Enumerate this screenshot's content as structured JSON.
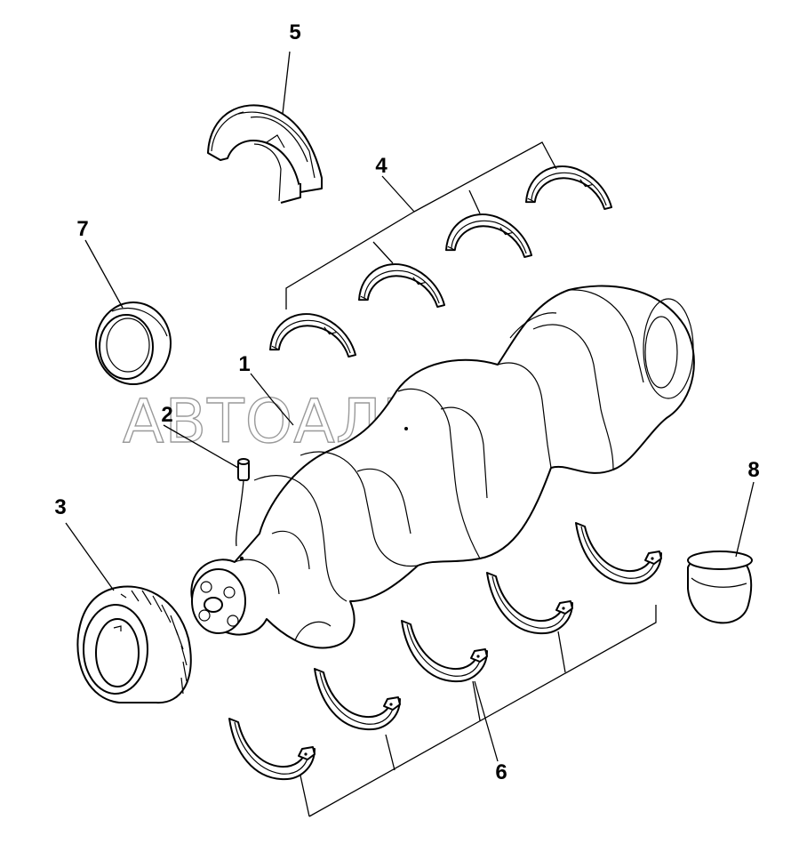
{
  "diagram": {
    "callouts": [
      {
        "id": "1",
        "label": "1"
      },
      {
        "id": "2",
        "label": "2"
      },
      {
        "id": "3",
        "label": "3"
      },
      {
        "id": "4",
        "label": "4"
      },
      {
        "id": "5",
        "label": "5"
      },
      {
        "id": "6",
        "label": "6"
      },
      {
        "id": "7",
        "label": "7"
      },
      {
        "id": "8",
        "label": "8"
      }
    ],
    "watermark": "АВТОАЛЬЯНС"
  }
}
